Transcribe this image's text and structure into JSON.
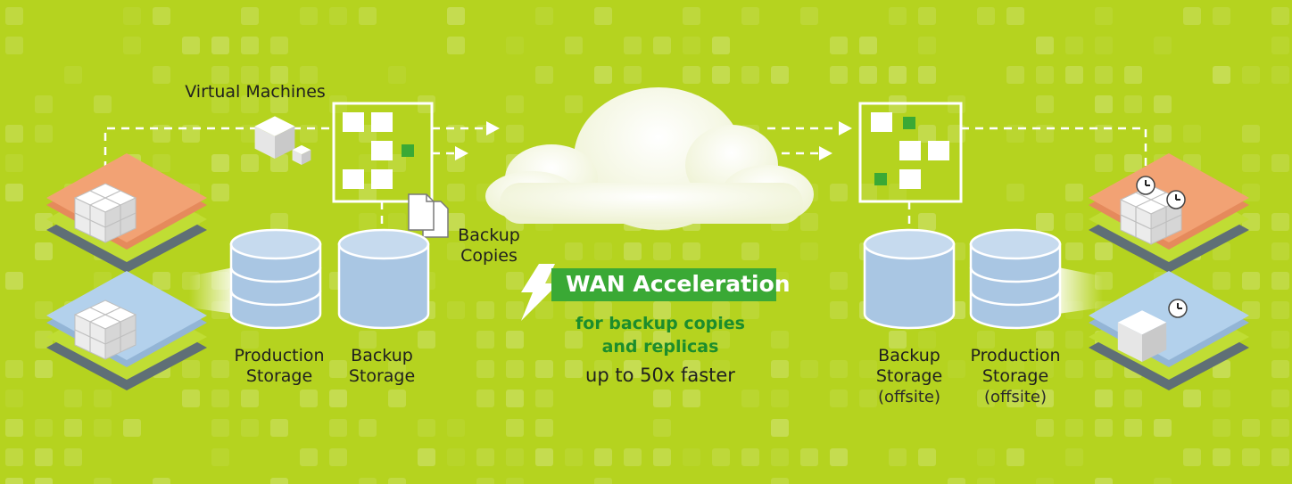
{
  "labels": {
    "virtual_machines": "Virtual Machines",
    "backup_copies": [
      "Backup",
      "Copies"
    ],
    "production_storage": [
      "Production",
      "Storage"
    ],
    "backup_storage": [
      "Backup",
      "Storage"
    ],
    "backup_storage_offsite": [
      "Backup",
      "Storage",
      "(offsite)"
    ],
    "production_storage_offsite": [
      "Production",
      "Storage",
      "(offsite)"
    ]
  },
  "wan": {
    "title": "WAN Acceleration",
    "subtitle": [
      "for backup copies",
      "and replicas"
    ],
    "speed": "up to 50x faster"
  },
  "colors": {
    "background": "#b5d31f",
    "accent_green": "#3aa935",
    "text_green": "#1c8d2c",
    "disk_blue": "#a9c6e3",
    "orange_layer": "#f2a274",
    "blue_layer": "#b3d1ec",
    "base_gray": "#5f6f76"
  },
  "icons": [
    "cube-icon",
    "cluster-icon",
    "document-icon",
    "lightning-icon",
    "cloud-icon",
    "clock-icon",
    "database-icon"
  ]
}
